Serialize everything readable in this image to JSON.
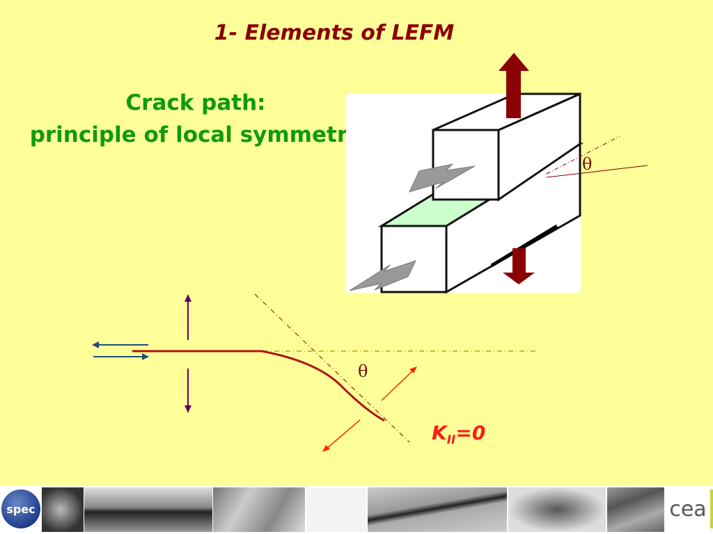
{
  "slide": {
    "title": "1- Elements of LEFM",
    "subtitle_line1": "Crack path:",
    "subtitle_line2": "principle of local symmetry",
    "theta_symbol": "θ",
    "k_label_main": "K",
    "k_label_sub": "II",
    "k_label_rest": "=0"
  },
  "footer": {
    "left_logo": "spec",
    "right_logo": "cea"
  },
  "colors": {
    "background": "#ffff99",
    "title": "#8b0000",
    "subtitle": "#119911",
    "crack": "#b01010",
    "k_label": "#ff1a1a"
  }
}
